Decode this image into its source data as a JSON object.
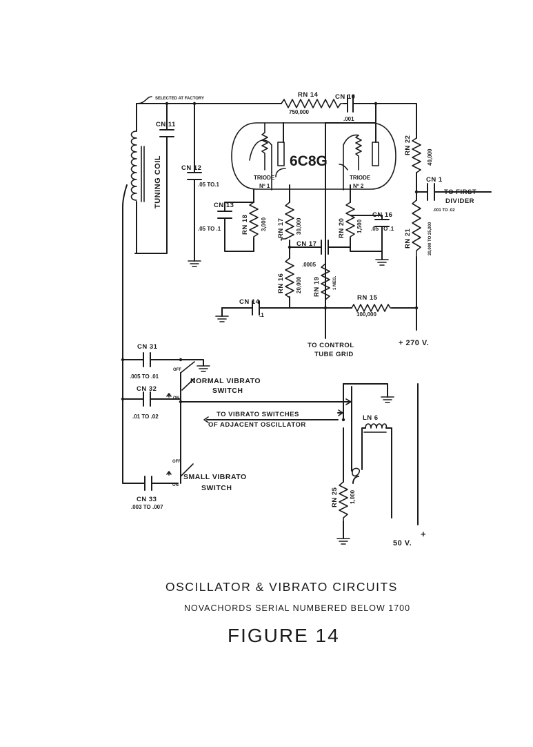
{
  "labels": {
    "selected_at_factory": "SELECTED AT FACTORY",
    "tuning_coil": "TUNING COIL",
    "cn11": "CN 11",
    "cn12": "CN 12",
    "cn12_val": ".05 TO.1",
    "rn14": "RN 14",
    "rn14_val": "750,000",
    "cn10": "CN 10",
    "cn10_val": ".001",
    "tube": "6C8G",
    "triode1": "TRIODE",
    "triode1_no": "Nº 1",
    "triode2": "TRIODE",
    "triode2_no": "Nº 2",
    "rn22": "RN 22",
    "rn22_val": "40,000",
    "cn1": "CN 1",
    "to_first": "TO FIRST",
    "divider": "DIVIDER",
    "cn1_val": ".001 TO .02",
    "rn21": "RN 21",
    "rn21_val": "20,000 TO 25,000",
    "cn13": "CN 13",
    "cn13_val": ".05 TO .1",
    "rn18": "RN 18",
    "rn18_val": "3,000",
    "rn17": "RN 17",
    "rn17_val": "30,000",
    "rn20": "RN 20",
    "rn20_val": "1,500",
    "cn16": "CN 16",
    "cn16_val": ".05 TO .1",
    "cn17": "CN 17",
    "cn17_val": ".0005",
    "rn16": "RN 16",
    "rn16_val": "20,000",
    "rn19": "RN 19",
    "rn19_val": "1 MEG.",
    "cn14": "CN 14",
    "cn14_val": ".1",
    "rn15": "RN 15",
    "rn15_val": "100,000",
    "to_control": "TO CONTROL",
    "tube_grid": "TUBE GRID",
    "plus270": "+ 270 V.",
    "cn31": "CN 31",
    "cn31_val": ".005 TO .01",
    "off": "OFF",
    "on": "ON",
    "normal_vibrato": "NORMAL VIBRATO",
    "switch": "SWITCH",
    "cn32": "CN 32",
    "cn32_val": ".01 TO .02",
    "to_vibrato": "TO VIBRATO SWITCHES",
    "of_adjacent": "OF ADJACENT OSCILLATOR",
    "ln6": "LN 6",
    "small_vibrato": "SMALL VIBRATO",
    "cn33": "CN 33",
    "cn33_val": ".003 TO .007",
    "rn25": "RN 25",
    "rn25_val": "1,000",
    "v50": "50 V.",
    "plus": "+"
  },
  "caption": {
    "title": "OSCILLATOR & VIBRATO CIRCUITS",
    "subtitle": "NOVACHORDS SERIAL NUMBERED BELOW 1700",
    "figure": "FIGURE 14"
  }
}
